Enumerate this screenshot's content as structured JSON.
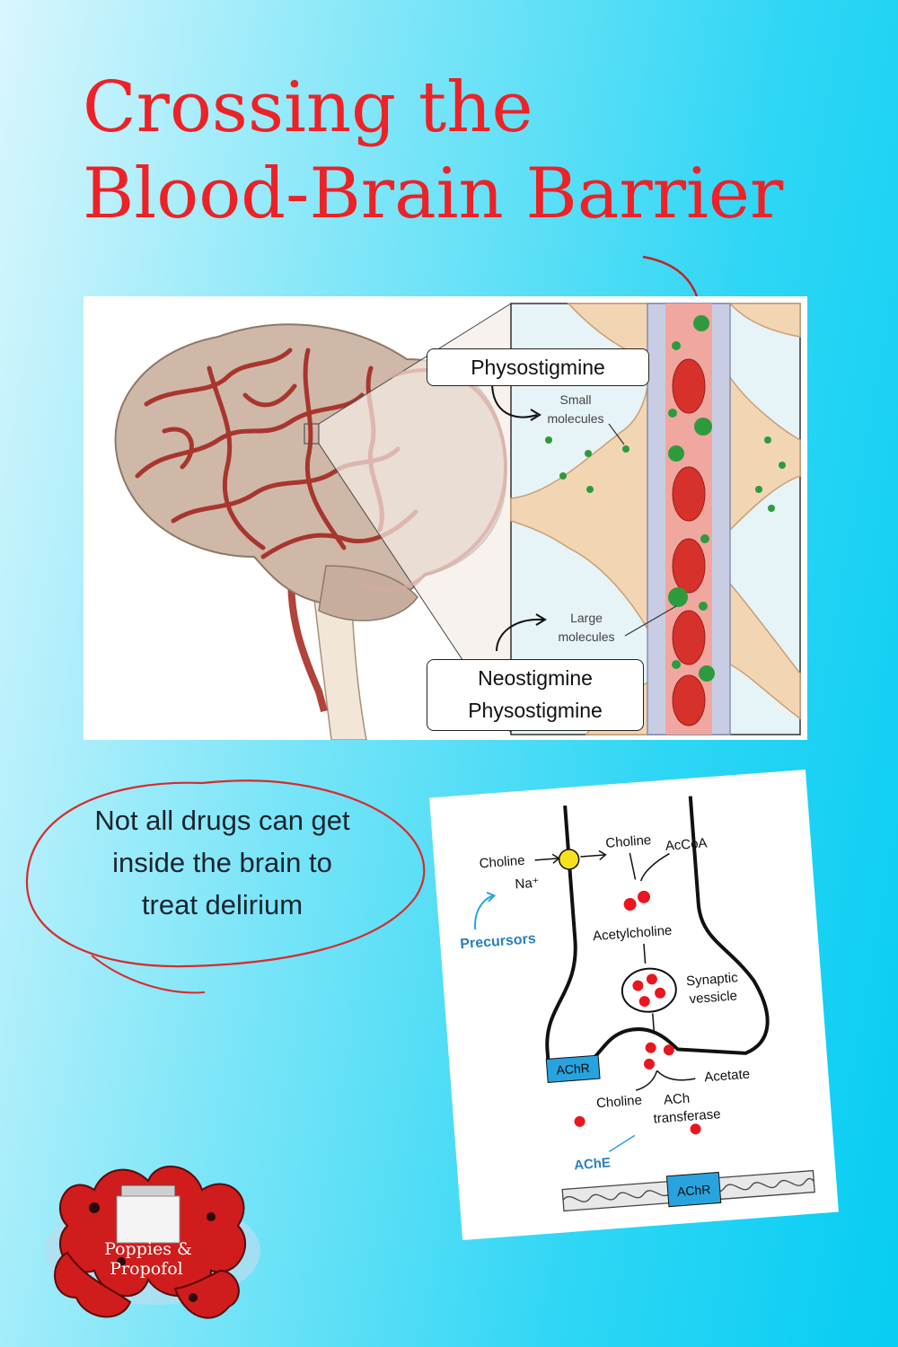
{
  "title": {
    "line1": "Crossing the",
    "line2": "Blood-Brain Barrier"
  },
  "figure1": {
    "label_top": "Physostigmine",
    "label_bottom_1": "Neostigmine",
    "label_bottom_2": "Physostigmine",
    "small_1": "Small",
    "small_2": "molecules",
    "large_1": "Large",
    "large_2": "molecules"
  },
  "callout": {
    "text": "Not all drugs can get inside the brain to treat delirium"
  },
  "figure2": {
    "choline_in": "Choline",
    "na": "Na⁺",
    "precursors": "Precursors",
    "choline_top": "Choline",
    "accoa": "AcCoA",
    "acetylcholine": "Acetylcholine",
    "synaptic_1": "Synaptic",
    "synaptic_2": "vessicle",
    "achr_left": "AChR",
    "acetate": "Acetate",
    "choline_bottom": "Choline",
    "ach_1": "ACh",
    "ach_2": "transferase",
    "ache": "AChE",
    "achr_bottom": "AChR"
  },
  "logo": {
    "line1": "Poppies &",
    "line2": "Propofol"
  },
  "colors": {
    "title": "#ec2227",
    "background_left": "#d9f6fd",
    "background_right": "#06cdf2",
    "vessel": "#e07a73",
    "molecule": "#2e9a3e",
    "ach_dot": "#e8161e",
    "receptor": "#29a3de"
  }
}
